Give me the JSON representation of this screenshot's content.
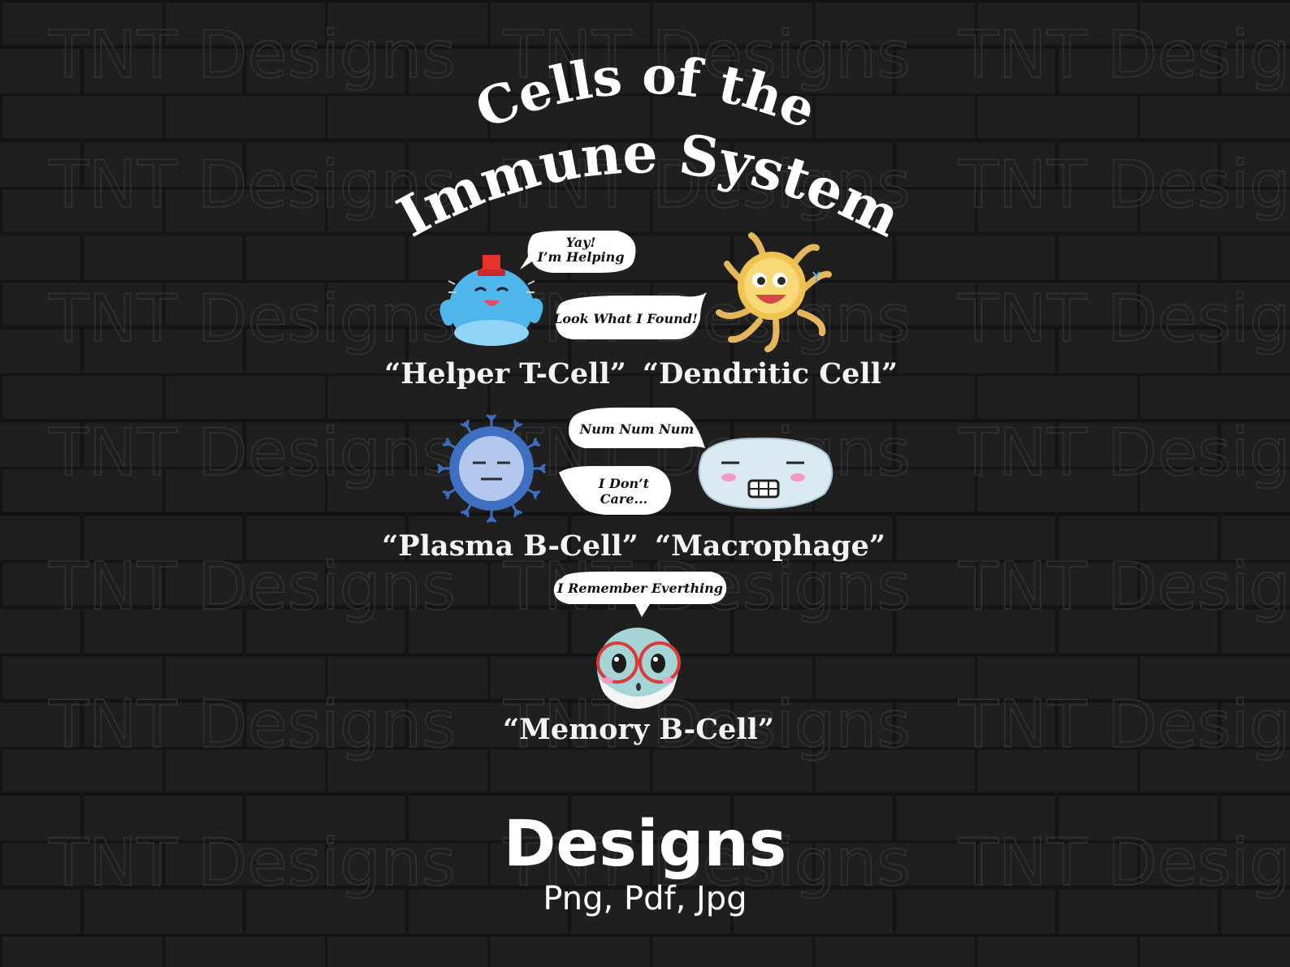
{
  "background_color": "#1f1f1f",
  "title": {
    "line1": "Cells of the",
    "line2": "Immune System"
  },
  "watermark": "TNT Designs",
  "cells": [
    {
      "label": "“Helper T-Cell”",
      "speech": [
        "Yay!",
        "I’m Helping"
      ],
      "icon": "helper-t-cell-icon"
    },
    {
      "label": "“Dendritic Cell”",
      "speech": [
        "Look What I Found!"
      ],
      "icon": "dendritic-cell-icon"
    },
    {
      "label": "“Plasma B-Cell”",
      "speech": [
        "I Don’t",
        "Care..."
      ],
      "icon": "plasma-b-cell-icon"
    },
    {
      "label": "“Macrophage”",
      "speech": [
        "Num Num Num"
      ],
      "icon": "macrophage-icon"
    },
    {
      "label": "“Memory  B-Cell”",
      "speech": [
        "I Remember Everthing"
      ],
      "icon": "memory-b-cell-icon"
    }
  ],
  "footer": {
    "title": "Designs",
    "formats": "Png, Pdf, Jpg"
  }
}
